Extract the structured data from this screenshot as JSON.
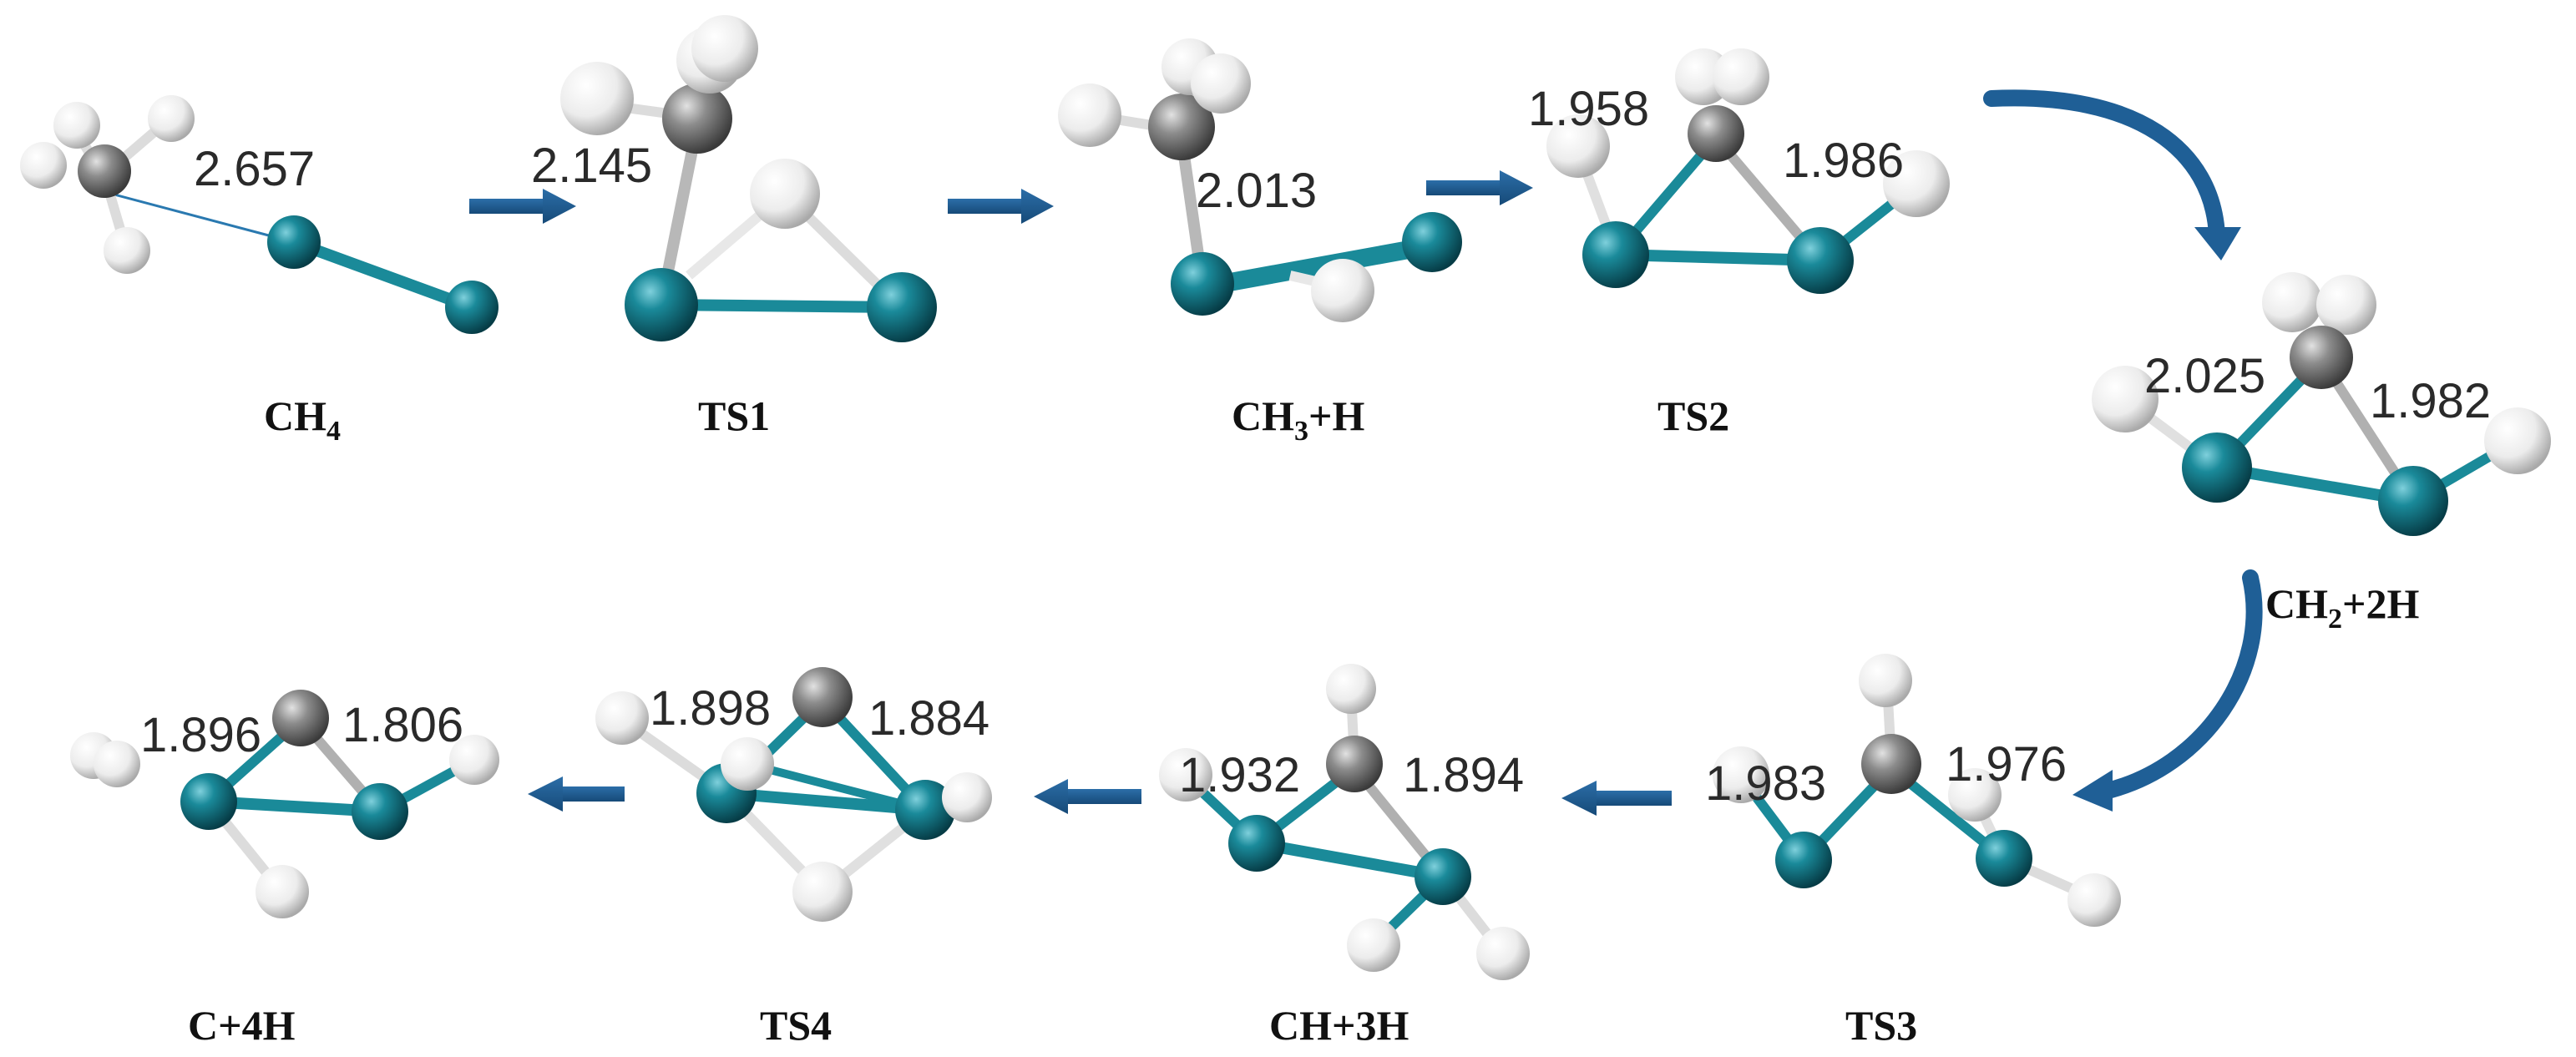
{
  "colors": {
    "metal_atom": "#137c8c",
    "carbon_atom": "#8a8a8a",
    "hydrogen_atom": "#ececec",
    "bond_metal": "#1a8a99",
    "bond_hydrogen": "#e8e8e8",
    "arrow": "#1f5f96",
    "label": "#111111"
  },
  "states": [
    {
      "id": "ch4",
      "label": {
        "main": "CH",
        "sub": "4",
        "rest": ""
      },
      "distances": [
        "2.657"
      ]
    },
    {
      "id": "ts1",
      "label": {
        "main": "TS1",
        "sub": "",
        "rest": ""
      },
      "distances": [
        "2.145"
      ]
    },
    {
      "id": "ch3h",
      "label": {
        "main": "CH",
        "sub": "3",
        "rest": "+H"
      },
      "distances": [
        "2.013"
      ]
    },
    {
      "id": "ts2",
      "label": {
        "main": "TS2",
        "sub": "",
        "rest": ""
      },
      "distances": [
        "1.958",
        "1.986"
      ]
    },
    {
      "id": "ch22h",
      "label": {
        "main": "CH",
        "sub": "2",
        "rest": "+2H"
      },
      "distances": [
        "2.025",
        "1.982"
      ]
    },
    {
      "id": "ts3",
      "label": {
        "main": "TS3",
        "sub": "",
        "rest": ""
      },
      "distances": [
        "1.983",
        "1.976"
      ]
    },
    {
      "id": "ch3h2",
      "label": {
        "main": "CH+3H",
        "sub": "",
        "rest": ""
      },
      "distances": [
        "1.932",
        "1.894"
      ]
    },
    {
      "id": "ts4",
      "label": {
        "main": "TS4",
        "sub": "",
        "rest": ""
      },
      "distances": [
        "1.898",
        "1.884"
      ]
    },
    {
      "id": "c4h",
      "label": {
        "main": "C+4H",
        "sub": "",
        "rest": ""
      },
      "distances": [
        "1.896",
        "1.806"
      ]
    }
  ]
}
